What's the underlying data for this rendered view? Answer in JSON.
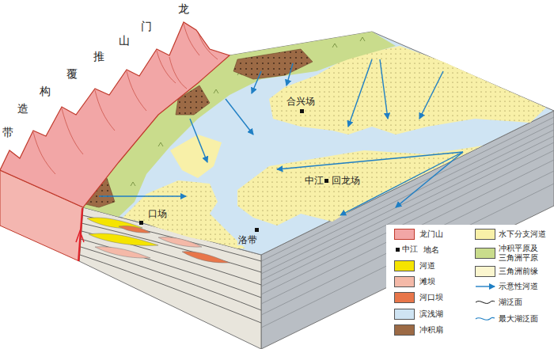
{
  "diagram": {
    "labels": [
      "龙门山推覆构造带",
      "合兴场",
      "中江",
      "回龙场",
      "口场",
      "洛带",
      "中江"
    ],
    "legend": [
      {
        "text": "龙门山",
        "color": "#f2a6a6"
      },
      {
        "text": "地名"
      },
      {
        "text": "河道",
        "color": "#f5e400"
      },
      {
        "text": "滩坝",
        "color": "#f4b9a8"
      },
      {
        "text": "河口坝",
        "color": "#e8764a"
      },
      {
        "text": "滨浅湖",
        "color": "#cfe4f3"
      },
      {
        "text": "冲积扇",
        "color": "#9c6a45"
      },
      {
        "text": "水下分支河道",
        "color": "#f8f0a8"
      },
      {
        "text": "冲积平原及三角洲平原",
        "color": "#c9dc8c"
      },
      {
        "text": "三角洲前缘",
        "color": "#fbf6cf"
      },
      {
        "text": "示意性河道"
      },
      {
        "text": "湖泛面"
      },
      {
        "text": "最大湖泛面"
      }
    ]
  }
}
